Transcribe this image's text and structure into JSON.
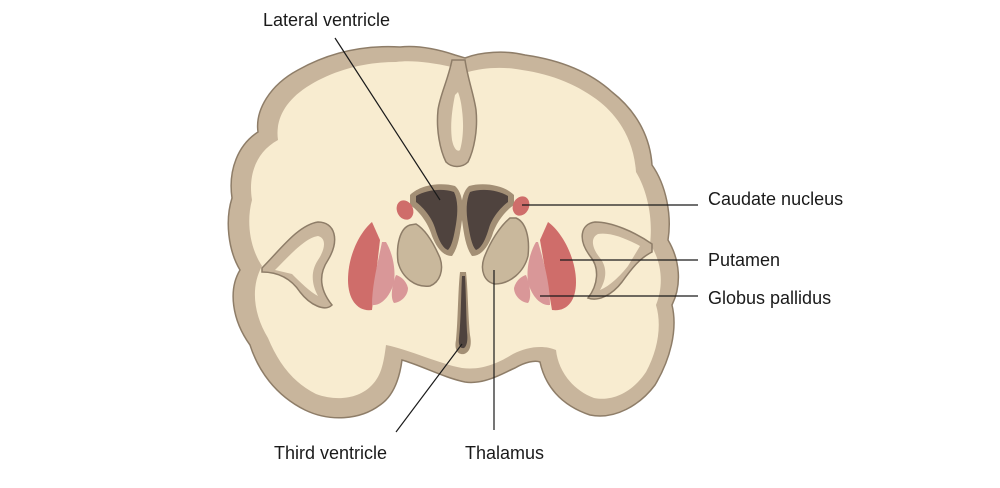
{
  "labels": {
    "lateral_ventricle": "Lateral ventricle",
    "caudate_nucleus": "Caudate nucleus",
    "putamen": "Putamen",
    "globus_pallidus": "Globus pallidus",
    "third_ventricle": "Third ventricle",
    "thalamus": "Thalamus"
  },
  "colors": {
    "cortex_outline": "#c8b59c",
    "cortex_stroke": "#8e7d68",
    "white_matter": "#f8ecd0",
    "ventricle": "#4f433e",
    "ventricle_rim": "#a38f75",
    "thalamus": "#c9b89c",
    "caudate": "#cf6d6a",
    "putamen": "#cf6d6a",
    "globus_pallidus": "#d99798"
  }
}
